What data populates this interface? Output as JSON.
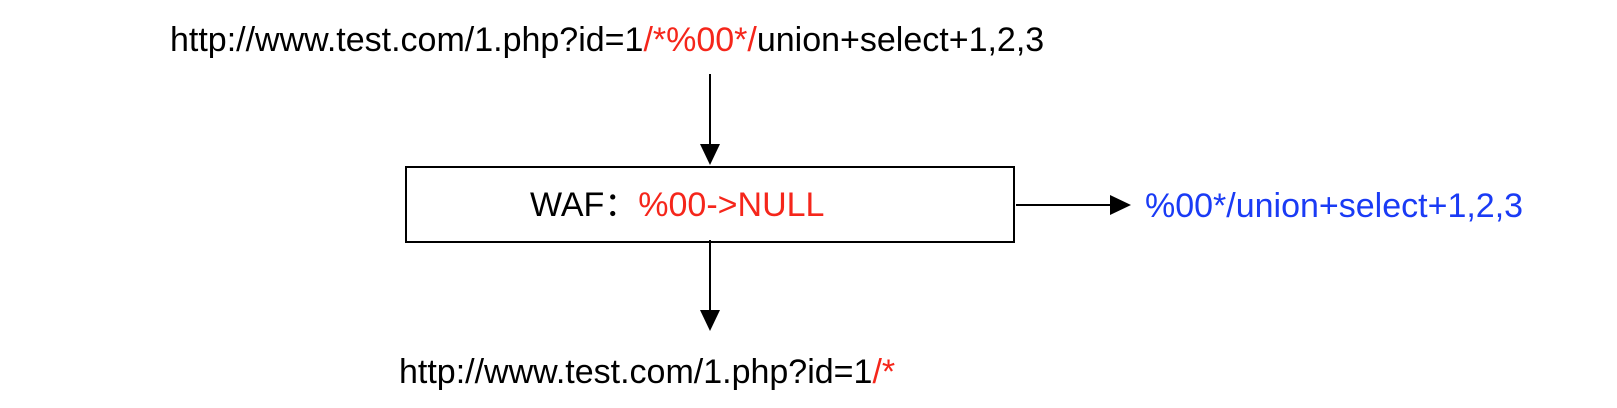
{
  "top_url": {
    "prefix": "http://www.test.com/1.php?id=1",
    "highlight": "/*%00*/",
    "suffix": "union+select+1,2,3"
  },
  "waf": {
    "label": "WAF：",
    "rule": "%00->NULL"
  },
  "side_output": {
    "text": "%00*/union+select+1,2,3"
  },
  "bottom_url": {
    "prefix": "http://www.test.com/1.php?id=1",
    "highlight": "/*"
  },
  "colors": {
    "highlight_red": "#f5261b",
    "output_blue": "#1a3bf5",
    "line_black": "#000000"
  }
}
